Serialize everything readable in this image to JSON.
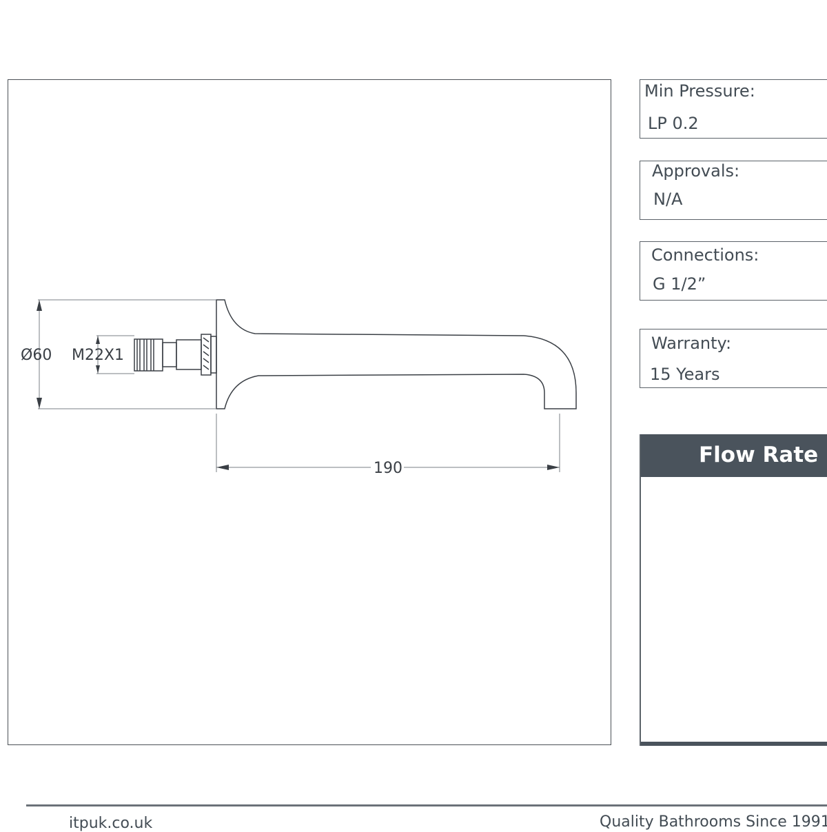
{
  "drawing": {
    "dimensions": {
      "diameter": "Ø60",
      "thread": "M22X1",
      "length": "190"
    }
  },
  "specs": [
    {
      "label": "Min Pressure:",
      "value": "LP 0.2"
    },
    {
      "label": "Approvals:",
      "value": "N/A"
    },
    {
      "label": "Connections:",
      "value": "G 1/2”"
    },
    {
      "label": "Warranty:",
      "value": "15 Years"
    }
  ],
  "flow_rate": {
    "title": "Flow Rate"
  },
  "footer": {
    "website": "itpuk.co.uk",
    "tagline": "Quality Bathrooms Since 1991"
  },
  "colors": {
    "header_bg": "#4a535c",
    "text": "#434c54",
    "line": "#3a3f45"
  }
}
